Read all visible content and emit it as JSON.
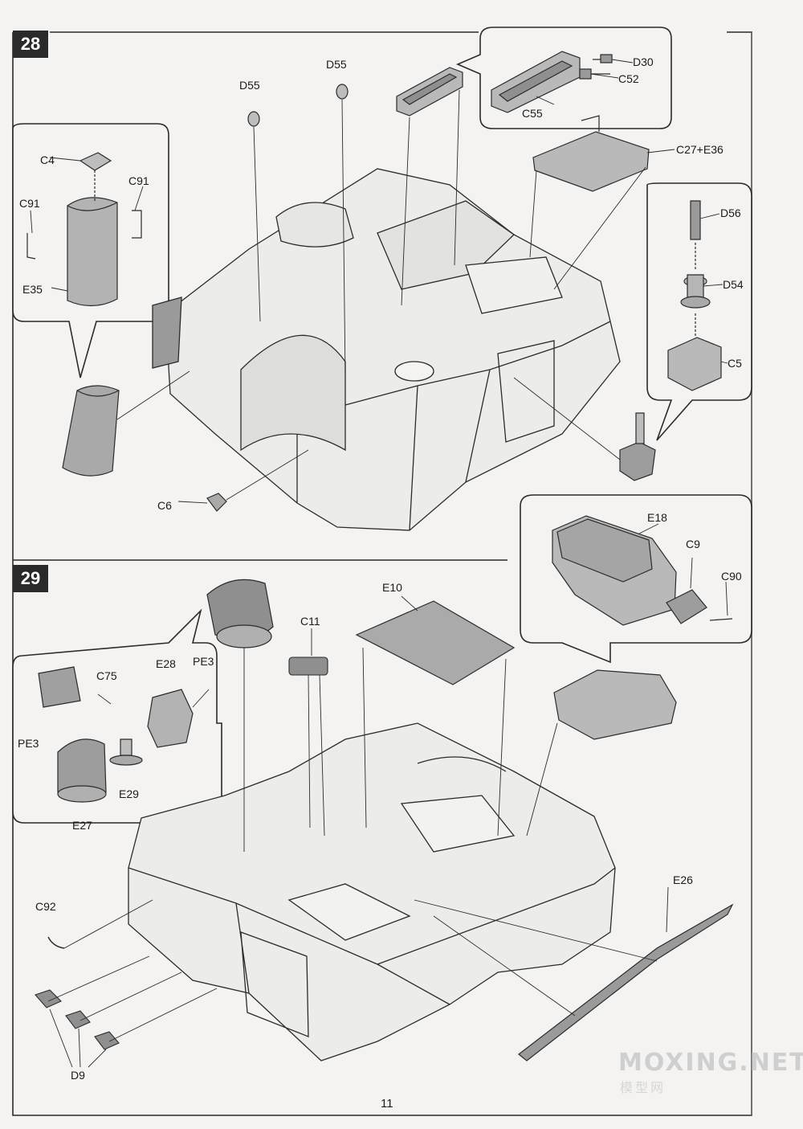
{
  "steps": [
    {
      "number": "28"
    },
    {
      "number": "29"
    }
  ],
  "step28_labels": {
    "d55_left": "D55",
    "d55_right": "D55",
    "d30": "D30",
    "c52": "C52",
    "c55": "C55",
    "c27_e36": "C27+E36",
    "c4": "C4",
    "c91_left": "C91",
    "c91_right": "C91",
    "e35": "E35",
    "d56": "D56",
    "d54": "D54",
    "c5": "C5",
    "c6": "C6"
  },
  "step29_labels": {
    "e18": "E18",
    "c9": "C9",
    "c90": "C90",
    "e10": "E10",
    "c11": "C11",
    "c75": "C75",
    "e28": "E28",
    "pe3_right": "PE3",
    "pe3_left": "PE3",
    "e29": "E29",
    "e27": "E27",
    "c92": "C92",
    "e26": "E26",
    "d9": "D9"
  },
  "page_number": "11",
  "watermark": {
    "main": "MOXING.NET",
    "sub": "模型网"
  },
  "colors": {
    "line": "#2b2b2b",
    "part_fill": "#b9b9b9",
    "part_dark": "#8f8f8f",
    "paper": "#f4f3f1"
  }
}
